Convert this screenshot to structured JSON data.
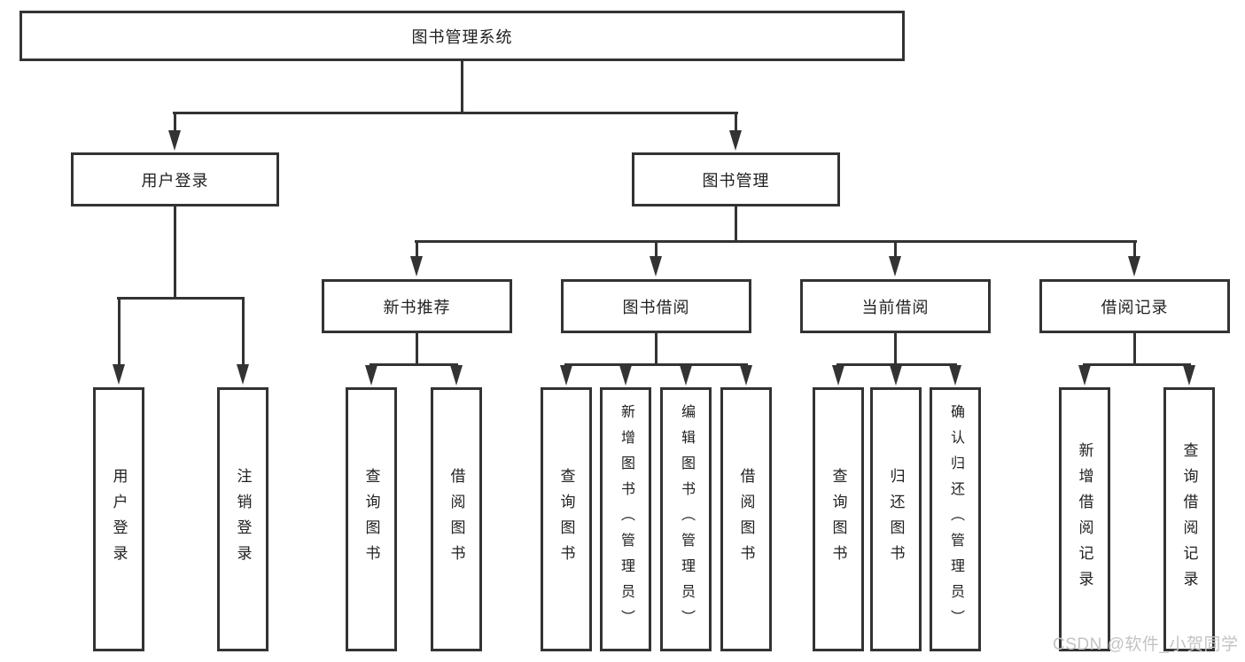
{
  "diagram": {
    "type": "hierarchy-tree",
    "title": "图书管理系统",
    "watermark": "CSDN @软件_小贺同学",
    "colors": {
      "background": "#ffffff",
      "line": "#333333",
      "box_border": "#333333",
      "text": "#1f1f1f",
      "watermark": "#c3c3c3"
    },
    "tree": {
      "label": "图书管理系统",
      "children": [
        {
          "label": "用户登录",
          "children": [
            {
              "label": "用户登录"
            },
            {
              "label": "注销登录"
            }
          ]
        },
        {
          "label": "图书管理",
          "children": [
            {
              "label": "新书推荐",
              "children": [
                {
                  "label": "查询图书"
                },
                {
                  "label": "借阅图书"
                }
              ]
            },
            {
              "label": "图书借阅",
              "children": [
                {
                  "label": "查询图书"
                },
                {
                  "label": "新增图书（管理员）"
                },
                {
                  "label": "编辑图书（管理员）"
                },
                {
                  "label": "借阅图书"
                }
              ]
            },
            {
              "label": "当前借阅",
              "children": [
                {
                  "label": "查询图书"
                },
                {
                  "label": "归还图书"
                },
                {
                  "label": "确认归还（管理员）"
                }
              ]
            },
            {
              "label": "借阅记录",
              "children": [
                {
                  "label": "新增借阅记录"
                },
                {
                  "label": "查询借阅记录"
                }
              ]
            }
          ]
        }
      ]
    }
  }
}
